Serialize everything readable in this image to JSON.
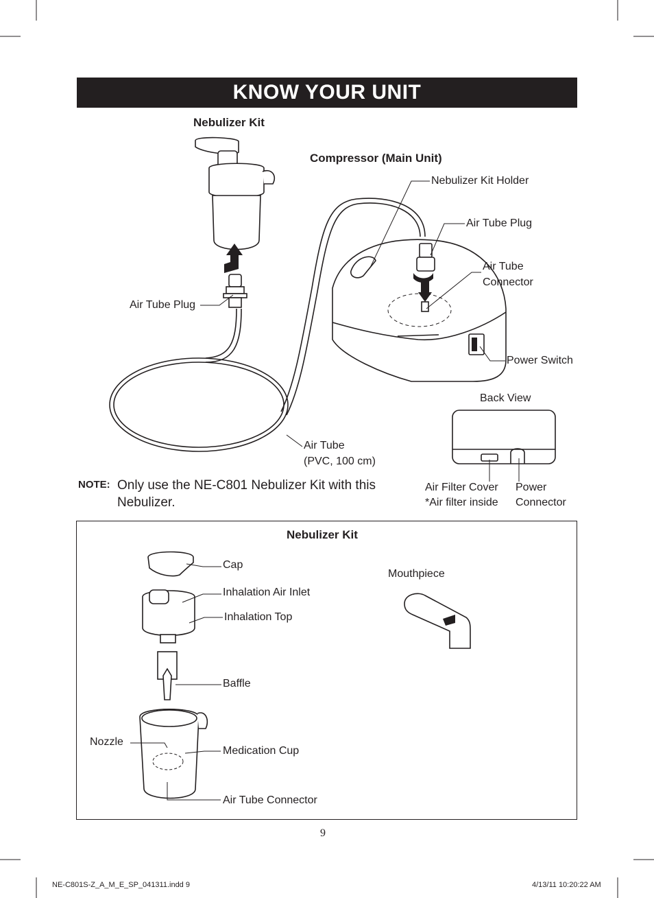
{
  "header": {
    "title": "KNOW YOUR UNIT"
  },
  "overview": {
    "kit_heading": "Nebulizer Kit",
    "compressor_heading": "Compressor (Main Unit)",
    "labels": {
      "kit_holder": "Nebulizer Kit Holder",
      "air_tube_plug_right": "Air Tube Plug",
      "air_tube_connector_1": "Air Tube",
      "air_tube_connector_2": "Connector",
      "air_tube_plug_left": "Air Tube Plug",
      "power_switch": "Power Switch",
      "back_view": "Back View",
      "air_tube_1": "Air Tube",
      "air_tube_2": "(PVC, 100 cm)",
      "air_filter_cover": "Air Filter Cover",
      "air_filter_inside": "*Air filter inside",
      "power_1": "Power",
      "power_2": "Connector"
    }
  },
  "note": {
    "tag": "NOTE:",
    "text": "Only use the NE-C801 Nebulizer Kit with this Nebulizer."
  },
  "kit_parts": {
    "heading": "Nebulizer Kit",
    "cap": "Cap",
    "inhalation_air_inlet": "Inhalation Air Inlet",
    "inhalation_top": "Inhalation Top",
    "baffle": "Baffle",
    "nozzle": "Nozzle",
    "medication_cup": "Medication Cup",
    "air_tube_connector": "Air Tube Connector",
    "mouthpiece": "Mouthpiece"
  },
  "footer": {
    "page_number": "9",
    "file_name": "NE-C801S-Z_A_M_E_SP_041311.indd   9",
    "timestamp": "4/13/11   10:20:22 AM"
  }
}
